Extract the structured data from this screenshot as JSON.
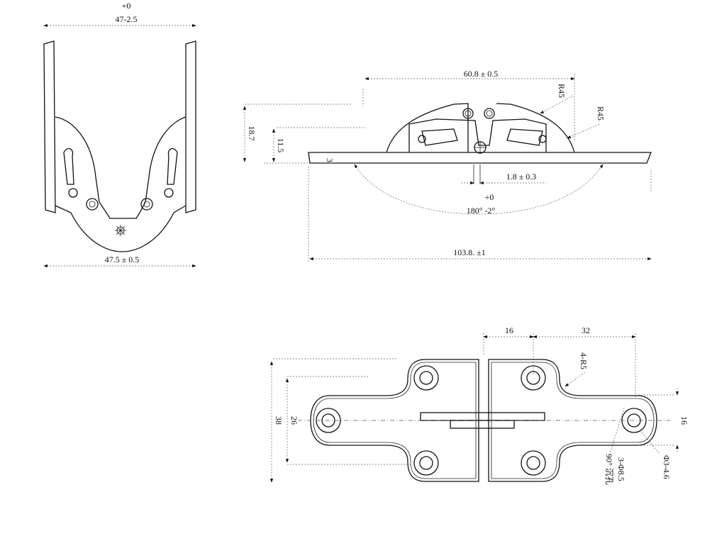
{
  "left_view": {
    "top_tolerance": "+0",
    "top_width": "47-2.5",
    "bottom_width": "47.5 ± 0.5"
  },
  "side_view": {
    "top_length": "60.8 ± 0.5",
    "radius_1": "R45",
    "radius_2": "R45",
    "height_total": "18.7",
    "height_mid": "11.5",
    "thickness": "3",
    "gap": "1.8 ± 0.3",
    "angle_tolerance": "+0",
    "angle": "180° -2°",
    "overall_length": "103.8. ±1"
  },
  "plan_view": {
    "spacing_1": "16",
    "spacing_2": "32",
    "corner_radius": "4-R5",
    "end_width": "16",
    "hole_spacing": "26",
    "overall_width": "38",
    "countersink": "3-Φ8.5",
    "countersink_note": "90° 沉孔",
    "hole_dia": "Φ3-4.6"
  }
}
